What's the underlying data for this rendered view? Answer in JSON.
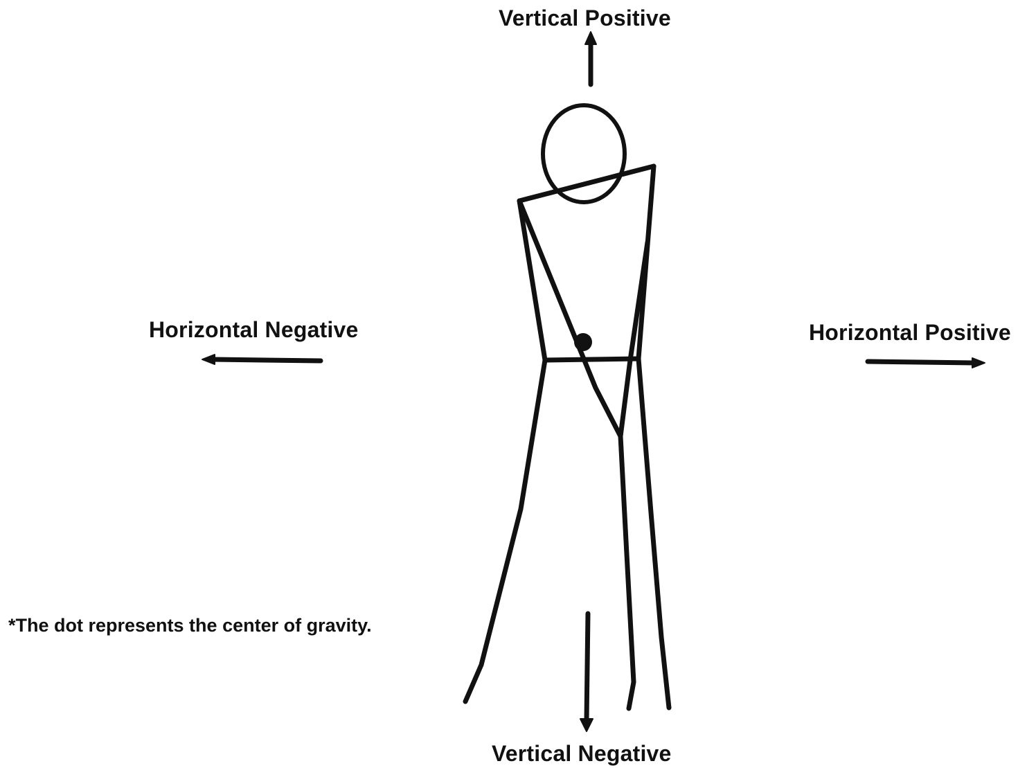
{
  "labels": {
    "vertical_positive": "Vertical Positive",
    "vertical_negative": "Vertical Negative",
    "horizontal_negative": "Horizontal Negative",
    "horizontal_positive": "Horizontal Positive"
  },
  "note": "*The dot represents the center of gravity.",
  "colors": {
    "ink": "#111111",
    "background": "#ffffff"
  }
}
